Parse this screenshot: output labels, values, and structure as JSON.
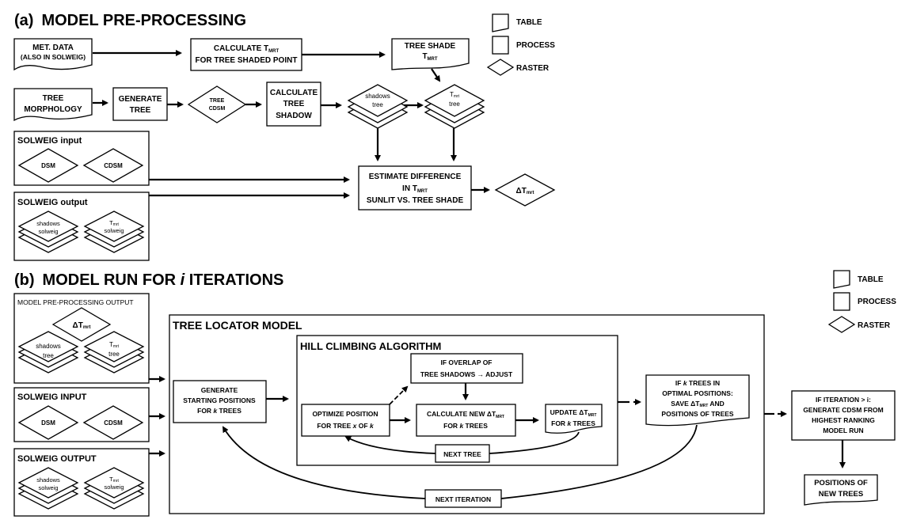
{
  "section_a": {
    "label": "(a)",
    "title": "MODEL PRE-PROCESSING",
    "met_data": [
      "MET. DATA",
      "(ALSO IN SOLWEIG)"
    ],
    "calc_tmrt": [
      "CALCULATE T",
      "MRT",
      "FOR TREE SHADED POINT"
    ],
    "tree_shade_tmrt": [
      "TREE SHADE",
      "T",
      "MRT"
    ],
    "tree_morphology": [
      "TREE",
      "MORPHOLOGY"
    ],
    "generate_tree": [
      "GENERATE",
      "TREE"
    ],
    "tree_cdsm": [
      "TREE",
      "CDSM"
    ],
    "calc_tree_shadow": [
      "CALCULATE",
      "TREE",
      "SHADOW"
    ],
    "shadows_tree": [
      "shadows",
      "tree"
    ],
    "tmrt_tree": [
      "T",
      "mrt",
      "tree"
    ],
    "solweig_input": {
      "title": "SOLWEIG input",
      "items": [
        "DSM",
        "CDSM"
      ]
    },
    "solweig_output": {
      "title": "SOLWEIG output",
      "items": [
        [
          "shadows",
          "solweig"
        ],
        [
          "T",
          "mrt",
          "solweig"
        ]
      ]
    },
    "estimate": [
      "ESTIMATE DIFFERENCE",
      "IN T",
      "MRT",
      "SUNLIT VS. TREE SHADE"
    ],
    "delta_tmrt": [
      "ΔT",
      "mrt"
    ]
  },
  "legend": {
    "table": "TABLE",
    "process": "PROCESS",
    "raster": "RASTER"
  },
  "section_b": {
    "label": "(b)",
    "title_pre": "MODEL RUN FOR ",
    "title_var": "i",
    "title_post": " ITERATIONS",
    "pre_output": {
      "title": "MODEL PRE-PROCESSING  OUTPUT",
      "delta": [
        "ΔT",
        "mrt"
      ],
      "shadows": [
        "shadows",
        "tree"
      ],
      "tmrt": [
        "T",
        "mrt",
        "tree"
      ]
    },
    "solweig_input": {
      "title": "SOLWEIG INPUT",
      "items": [
        "DSM",
        "CDSM"
      ]
    },
    "solweig_output": {
      "title": "SOLWEIG OUTPUT",
      "items": [
        [
          "shadows",
          "solweig"
        ],
        [
          "T",
          "mrt",
          "solweig"
        ]
      ]
    },
    "tree_locator": "TREE LOCATOR MODEL",
    "hill_climbing": "HILL CLIMBING ALGORITHM",
    "generate_start": [
      "GENERATE",
      "STARTING POSITIONS",
      "FOR ",
      "k",
      " TREES"
    ],
    "overlap": [
      "IF OVERLAP OF",
      "TREE SHADOWS → ADJUST"
    ],
    "optimize": [
      "OPTIMIZE POSITION",
      "FOR TREE ",
      "x",
      " OF ",
      "k"
    ],
    "calc_new": [
      "CALCULATE NEW ΔT",
      "MRT",
      "FOR ",
      "k",
      " TREES"
    ],
    "update": [
      "UPDATE ΔT",
      "MRT",
      "FOR ",
      "k",
      " TREES"
    ],
    "next_tree": "NEXT TREE",
    "next_iteration": "NEXT ITERATION",
    "optimal": [
      "IF ",
      "k",
      " TREES IN",
      "OPTIMAL POSITIONS:",
      "SAVE ΔT",
      "MRT",
      " AND",
      "POSITIONS OF TREES"
    ],
    "if_iteration": [
      "IF ITERATION > i:",
      "GENERATE CDSM FROM",
      "HIGHEST RANKING",
      "MODEL RUN"
    ],
    "positions_new": [
      "POSITIONS OF",
      "NEW TREES"
    ]
  }
}
